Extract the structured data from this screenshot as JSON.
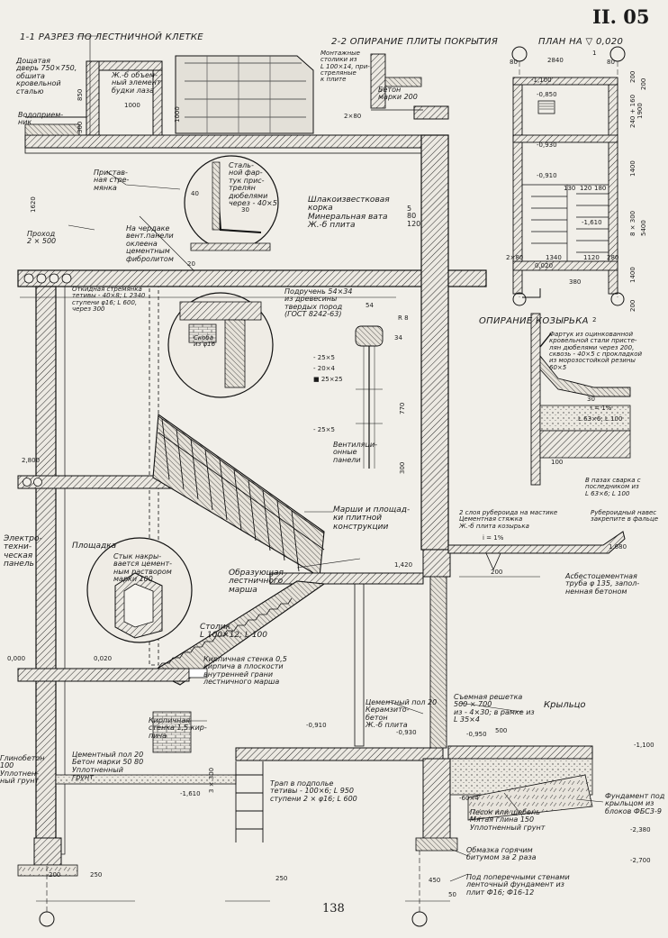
{
  "sheet": {
    "number": "II. 05",
    "page_number": "138"
  },
  "titles": {
    "section_1": "1-1 РАЗРЕЗ ПО ЛЕСТНИЧНОЙ КЛЕТКЕ",
    "section_2": "2-2 ОПИРАНИЕ ПЛИТЫ ПОКРЫТИЯ",
    "plan": "ПЛАН НА ▽ 0,020",
    "canopy": "ОПИРАНИЕ КОЗЫРЬКА"
  },
  "notes": {
    "door": "Дощатая\nдверь 750×750,\nобшита\nкровельной\nсталью",
    "booth": "Ж.-б объем-\nный элемент\nбудки лаза",
    "funnel": "Водоприем-\nник",
    "ladder": "Пристав-\nная стре-\nмянка",
    "passage": "Проход\n2 × 500",
    "attic": "На чердаке\nвент.панели\nоклеена\nцементным\nфибролитом",
    "apron": "Сталь-\nной фар-\nтук прис-\nтрелян\nдюбелями\nчерез - 40×5",
    "roof_layers": "Шлакоизвестковая\nкорка\nМинеральная вата\nЖ.-б плита",
    "roof_layer_sizes": "5\n80\n120",
    "mount_posts": "Монтажные\nстолики из\nL 100×14, при-\nстреляные\nк плите",
    "concrete_200": "Бетон\nмарки 200",
    "folding_ladder": "Откидная стремянка\nтетивы - 40×8; L 2340\nступени φ16; L 600,\nчерез 300",
    "handrail_bar": "Подручень 54×34\nиз древесины\nтвердых пород\n(ГОСТ 8242-63)",
    "bracket": "Скоба\nиз φ16",
    "vent_panels": "Вентиляци-\nонные\nпанели",
    "flat_marches": "Марши и площад-\nки плитной\nконструкции",
    "elec_panel": "Электро-\nтехни-\nческая\nпанель",
    "landing": "Площадка",
    "joint": "Стык накры-\nвается цемент-\nным раствором\nмарки 100",
    "generating_beam": "Образующая\nлестничного\nмарша",
    "table_l": "Столик\nL 100×12; L 100",
    "brick_wall_half": "Кирпичная стенка 0,5\nкирпича в плоскости\nвнутренней грани\nлестничного марша",
    "brick_wall_1_5": "Кирпичная\nстенка 1,5 кир-\nпича",
    "floor_left": "Цементный пол 20\nБетон марки 50 80\nУплотненный\nгрунт",
    "glinobeton": "Глинобетон\n100\nУплотнен-\nный грунт",
    "trap": "Трап в подполье\nтетивы - 100×6; L 950\nступени 2 × φ16; L 600",
    "floor_right": "Цементный пол 20\nКерамзито-\nбетон\nЖ.-б плита",
    "removable_grate": "Съемная решетка\n500 × 700\nиз - 4×30; в рамке из\nL 35×4",
    "porch": "Крыльцо",
    "sand": "Песок или щебень\nМятая глина 150\nУплотненный грунт",
    "bitumen": "Обмазка горячим\nбитумом за 2 раза",
    "foundation_under_walls": "Под поперечными стенами\nленточный фундамент из\nплит Ф16; Ф16-12",
    "porch_foundation": "Фундамент под\nкрыльцом из\nблоков ФБС3-9",
    "asbestos_pipe": "Асбестоцементная\nтруба φ 135, запол-\nненная бетоном",
    "canopy_layers": "2 слоя рубероида на мастике\nЦементная стяжка\nЖ.-б плита козырька",
    "ruberoid": "Рубероидный навес\nзакрепите в фальце",
    "canopy_apron": "Фартук из оцинкованной\nкровельной стали присте-\nлян дюбелями через 200,\nсквозь - 40×5 с прокладкой\nиз морозостойкой резины\n60×5",
    "slots": "В пазах сварка с\nпоследником из\nL 63×6; L 100"
  },
  "levels": [
    "2,800",
    "0,000",
    "0,020",
    "-0,910",
    "1,420",
    "-0,930",
    "-1,610",
    "1,680",
    "-1,100",
    "-2,380",
    "-2,700",
    "-0,950",
    "-1,100",
    "-0,850",
    "-0,930",
    "-0,910",
    "-1,610",
    "0,020"
  ],
  "dims": {
    "d1000a": "1000",
    "d1000b": "1000",
    "d2x80": "2×80",
    "d40": "40",
    "d30a": "30",
    "d20": "20",
    "d54": "54",
    "dR8": "R 8",
    "d25x5a": "- 25×5",
    "d20x4": "- 20×4",
    "d25x25": "■ 25×25",
    "d25x5b": "- 25×5",
    "d770": "770",
    "d300": "300",
    "d1620": "1620",
    "d850": "850",
    "d300v": "300",
    "d34": "34",
    "i1pa": "i = 1%",
    "i1pb": "i = 1%",
    "d200a": "200",
    "d500": "500",
    "d200b": "200",
    "d250a": "250",
    "d250b": "250",
    "d450": "450",
    "d50": "50",
    "d3x300": "3 × 300",
    "d60x4": "-60×4",
    "plan_2840": "2840",
    "plan_80a": "80",
    "plan_80b": "80",
    "plan_1340": "1340",
    "plan_1120": "1120",
    "plan_280": "280",
    "plan_2x80": "2×80",
    "plan_380": "380",
    "plan_130": "130",
    "plan_120": "120",
    "plan_180": "180",
    "plan_1900": "1900",
    "plan_240": "240 + 160",
    "plan_1400a": "1400",
    "plan_8x300": "8 × 300",
    "plan_5400": "5400",
    "plan_1400b": "1400",
    "plan_200a": "200",
    "plan_200b": "200",
    "plan_2000": "200",
    "c30": "30",
    "c63": "L 63×6; L 100",
    "c100": "100"
  },
  "markers": {
    "section_1": "1",
    "section_2": "2"
  }
}
